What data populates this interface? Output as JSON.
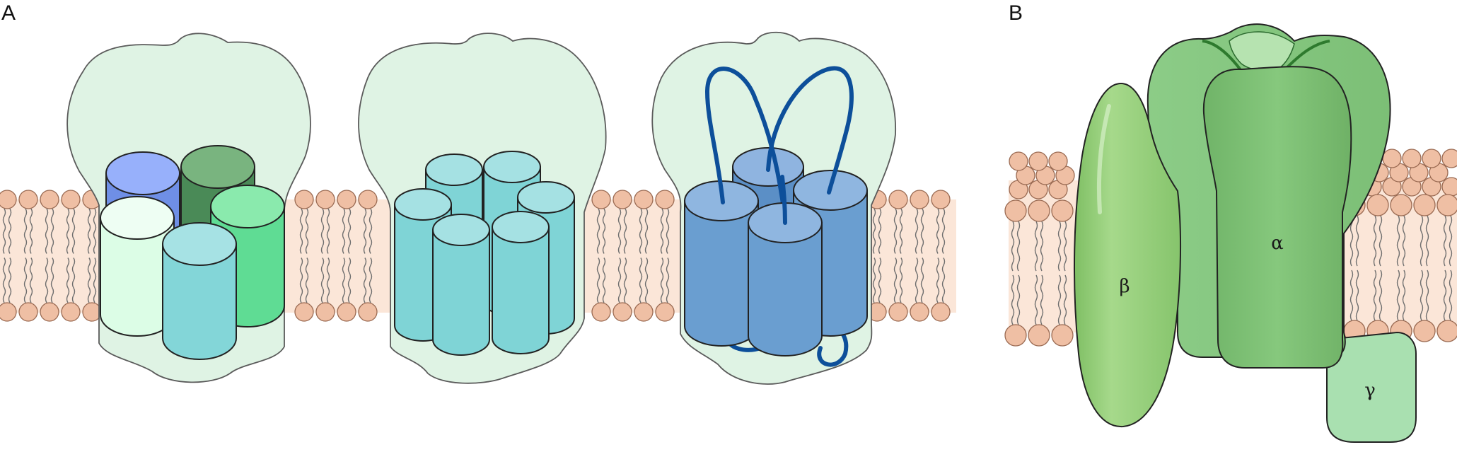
{
  "panels": {
    "a_label": "A",
    "b_label": "B"
  },
  "subunits": {
    "alpha": "α",
    "beta": "β",
    "gamma": "γ"
  },
  "colors": {
    "membrane_band": "#fbe6d8",
    "lipid_head": "#efbfa4",
    "envelope": "#dff3e4",
    "cyl_blue": "#8aa8f2",
    "cyl_dark_green": "#5c9a66",
    "cyl_mint": "#5fdc94",
    "cyl_pale": "#dcfde6",
    "cyl_cyan": "#83d6d8",
    "cyl_steel": "#6a9ed0",
    "loop_blue": "#0d4f9a",
    "alpha_green": "#7fc277",
    "beta_green": "#96d07c",
    "gamma_green": "#a9e0b0"
  }
}
